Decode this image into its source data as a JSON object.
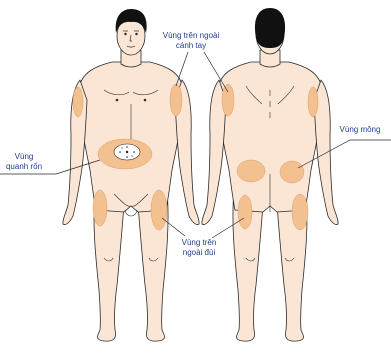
{
  "labels": {
    "upper_arm_line1": "Vùng trên ngoài",
    "upper_arm_line2": "cánh tay",
    "navel_line1": "Vùng",
    "navel_line2": "quanh rốn",
    "buttocks": "Vùng mông",
    "thigh_line1": "Vùng trên",
    "thigh_line2": "ngoài đùi"
  },
  "colors": {
    "skin": "#fbe6d6",
    "outline": "#2a2a2a",
    "injection_zone": "#f3c090",
    "label_text": "#1f3f8a",
    "hair": "#111111"
  }
}
